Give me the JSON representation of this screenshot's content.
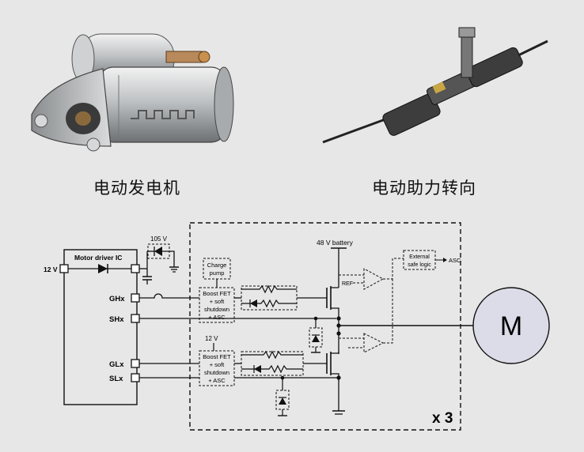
{
  "captions": {
    "starter": "电动发电机",
    "steering": "电动助力转向"
  },
  "circuit": {
    "supply_12v_left": "12 V",
    "driver_ic_label": "Motor driver IC",
    "pin_ghx": "GHx",
    "pin_shx": "SHx",
    "pin_glx": "GLx",
    "pin_slx": "SLx",
    "tvs_label": "105 V",
    "charge_pump_line1": "Charge",
    "charge_pump_line2": "pump",
    "boost_hi_lines": [
      "Boost FET",
      "+ soft",
      "shutdown",
      "+ ASC"
    ],
    "boost_lo_lines": [
      "Boost FET",
      "+ soft",
      "shutdown",
      "+ ASC"
    ],
    "supply_12v_low": "12 V",
    "battery_label": "48 V battery",
    "ref_label": "REF",
    "ext_logic_line1": "External",
    "ext_logic_line2": "safe logic",
    "asc_label": "ASC",
    "motor_label": "M",
    "multiplier": "x 3"
  },
  "colors": {
    "background": "#e7e7e7",
    "ink": "#111111",
    "motor_fill": "#dcdce8"
  }
}
